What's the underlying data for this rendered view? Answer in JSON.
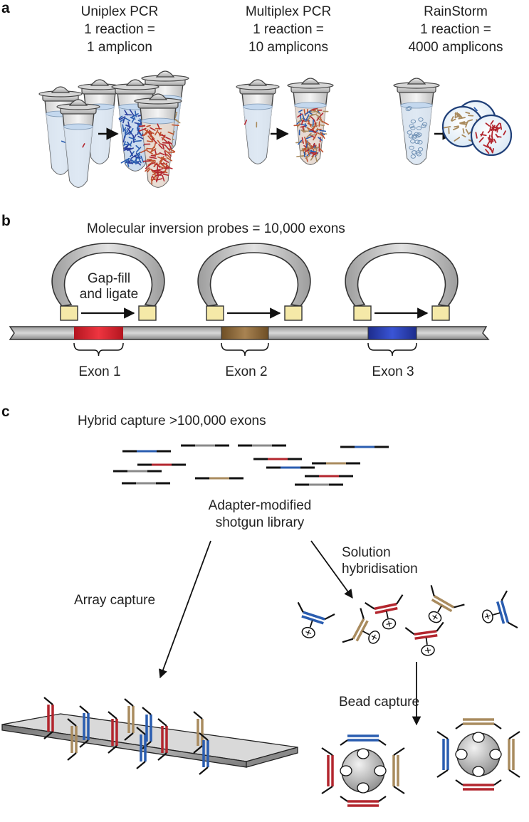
{
  "panel_a": {
    "letter": "a",
    "methods": [
      {
        "name": "Uniplex PCR",
        "line2": "1 reaction =",
        "line3": "1 amplicon"
      },
      {
        "name": "Multiplex PCR",
        "line2": "1 reaction =",
        "line3": "10 amplicons"
      },
      {
        "name": "RainStorm",
        "line2": "1 reaction =",
        "line3": "4000 amplicons"
      }
    ]
  },
  "panel_b": {
    "letter": "b",
    "title": "Molecular inversion probes = 10,000 exons",
    "gapfill_line1": "Gap-fill",
    "gapfill_line2": "and ligate",
    "exons": [
      "Exon 1",
      "Exon 2",
      "Exon 3"
    ]
  },
  "panel_c": {
    "letter": "c",
    "title": "Hybrid capture >100,000 exons",
    "library_line1": "Adapter-modified",
    "library_line2": "shotgun library",
    "array_capture": "Array capture",
    "solution_line1": "Solution",
    "solution_line2": "hybridisation",
    "bead_capture": "Bead capture"
  },
  "colors": {
    "red": "#b3262e",
    "blue": "#2a5db0",
    "brown": "#a98b5e",
    "gray": "#8a8a8a",
    "probe_box": "#f5e9a8",
    "dark": "#222222"
  }
}
